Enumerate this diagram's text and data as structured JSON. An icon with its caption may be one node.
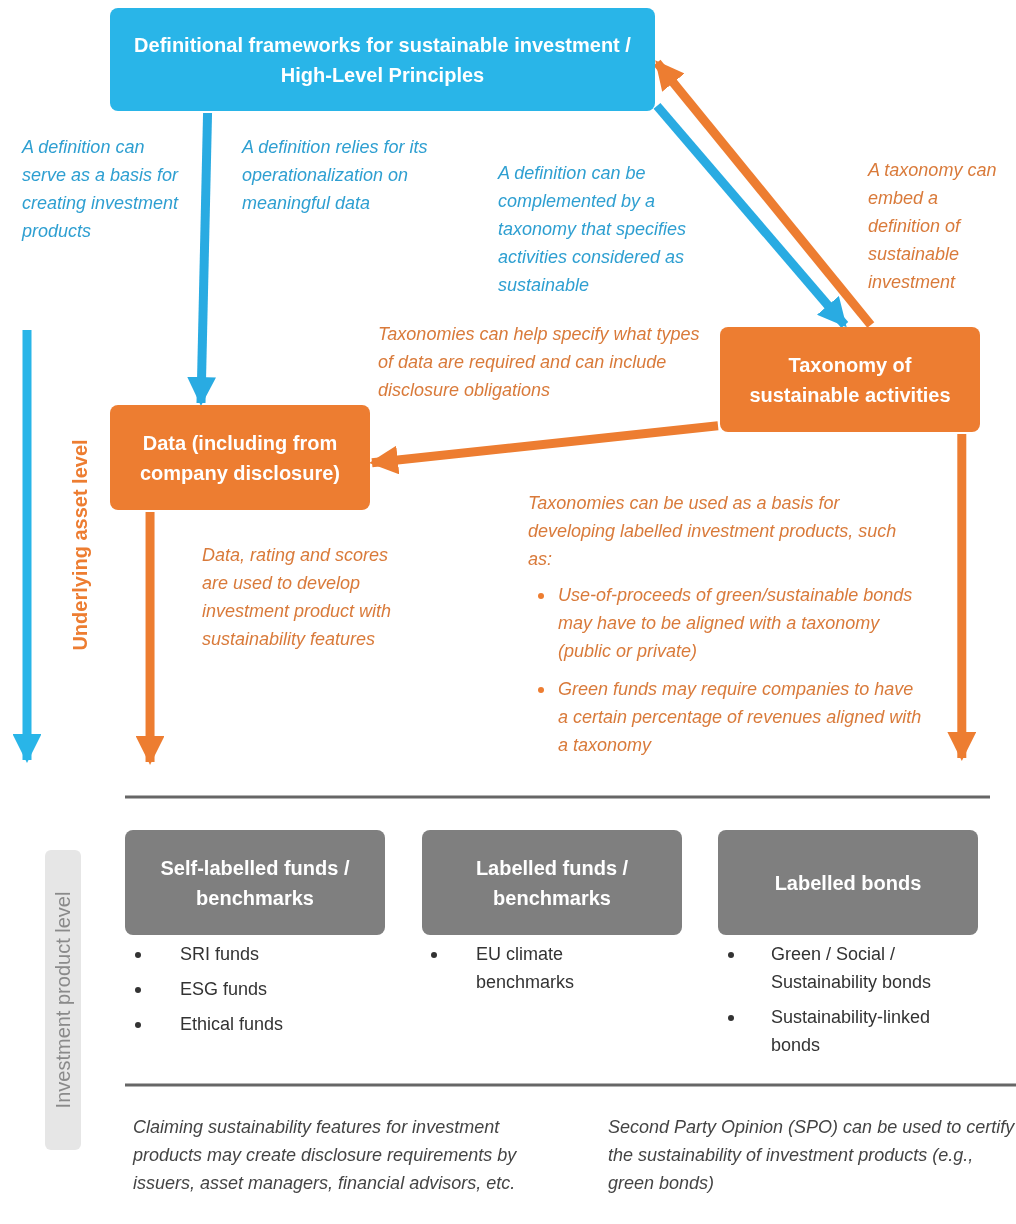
{
  "diagram": {
    "nodes": [
      {
        "text": [
          "Definitional frameworks for sustainable investment / High-Level Principles"
        ]
      },
      {
        "text": [
          "Taxonomy of sustainable activities"
        ]
      },
      {
        "text": [
          "Data (including from company disclosure)"
        ]
      },
      {
        "text": [
          "Self-labelled funds / benchmarks"
        ],
        "beside": [
          "SRI funds",
          "ESG funds",
          "Ethical funds"
        ]
      },
      {
        "text": [
          "Labelled funds / benchmarks"
        ],
        "beside": [
          "EU climate benchmarks"
        ]
      },
      {
        "text": [
          "Labelled bonds"
        ],
        "beside": [
          "Green / Social / Sustainability bonds",
          "Sustainability-linked bonds"
        ]
      }
    ],
    "edges": [
      {
        "from": 0,
        "to": 2,
        "arrow": "to",
        "color": "#29abe2"
      },
      {
        "from": 0,
        "to": 1,
        "arrow": "to",
        "color": "#29abe2"
      },
      {
        "from": 1,
        "to": 0,
        "arrow": "to"
      },
      {
        "from": 1,
        "to": 2,
        "arrow": "to"
      },
      {
        "from": 2,
        "to": null,
        "arrow": "to"
      },
      {
        "from": 1,
        "to": null,
        "arrow": "to"
      }
    ],
    "labels": [
      "A definition can serve as a basis for creating investment products",
      "A definition relies for its operationalization on meaningful data",
      "A definition can be complemented by a taxonomy that specifies activities considered as sustainable",
      "A taxonomy can embed a definition of sustainable investment",
      "Taxonomies can help specify what types of data are required and can include disclosure obligations",
      "Underlying asset level",
      "Data, rating and scores are used to develop investment product with sustainability features",
      "Taxonomies can be used as a basis for developing labelled investment products, such as:",
      "Use-of-proceeds of green/sustainable bonds may have to be aligned with a taxonomy (public or private)",
      "Green funds may require companies to have a certain percentage of revenues aligned with a taxonomy",
      "Investment product level",
      "Claiming sustainability features for investment products may create disclosure requirements by issuers, asset managers, financial advisors, etc.",
      "Second Party Opinion (SPO) can be used to certify the sustainability of investment products (e.g., green bonds)"
    ]
  }
}
